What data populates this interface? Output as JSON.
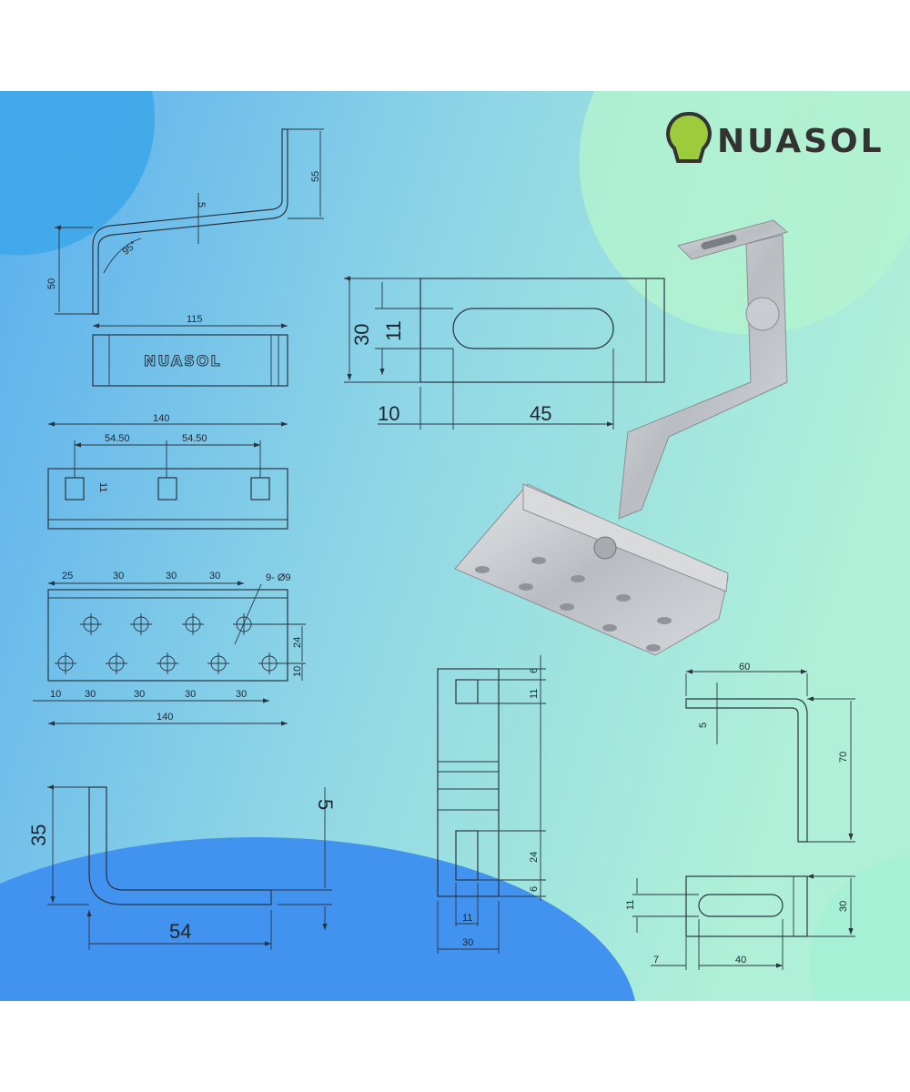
{
  "brand": {
    "name": "NUASOL",
    "colors": {
      "bg_left": "#4a9ff0",
      "bg_right": "#a8f0d0",
      "bulb": "#9ccc3c",
      "text": "#333333"
    }
  },
  "side_view": {
    "thickness": "5",
    "height_right": "55",
    "angle": "95°",
    "height_left": "50",
    "length": "115",
    "plate_label": "NUASOL"
  },
  "top_view": {
    "length": "140",
    "pitch_a": "54.50",
    "pitch_b": "54.50",
    "slot": "11"
  },
  "base_plate": {
    "top": [
      "25",
      "30",
      "30",
      "30"
    ],
    "hole_note": "9- Ø9",
    "row_gap": "24",
    "edge": "10",
    "bottom": [
      "10",
      "30",
      "30",
      "30",
      "30"
    ],
    "length": "140"
  },
  "hook_plate": {
    "width": "30",
    "slot": "11",
    "offset": "10",
    "slot_length": "45"
  },
  "base_side": {
    "height": "35",
    "thickness": "5",
    "length": "54"
  },
  "front_view": {
    "top_edge": "6",
    "top_slot": "11",
    "bottom_slot": "24",
    "bottom_edge": "6",
    "slot_width": "11",
    "width": "30"
  },
  "small_side": {
    "length": "60",
    "thickness": "5",
    "height": "70"
  },
  "small_top": {
    "slot": "11",
    "width": "30",
    "offset": "7",
    "slot_length": "40"
  }
}
